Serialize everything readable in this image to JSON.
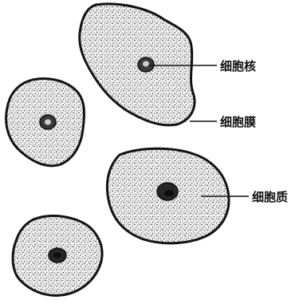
{
  "labels": {
    "nucleus": "细胞核",
    "membrane": "细胞膜",
    "cytoplasm": "细胞质"
  },
  "colors": {
    "ink": "#111111",
    "cell_fill": "#f2f2f2",
    "background": "#ffffff"
  }
}
